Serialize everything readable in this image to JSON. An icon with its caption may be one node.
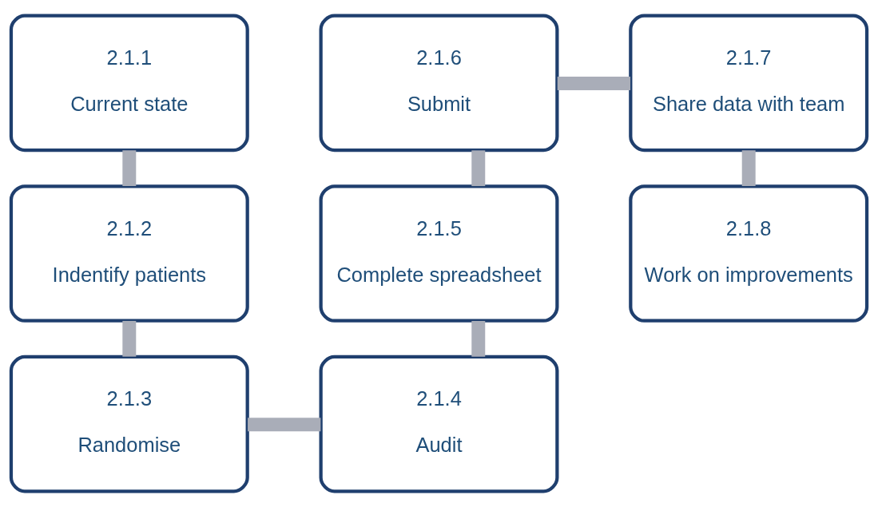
{
  "diagram": {
    "nodes": [
      {
        "text": [
          "2.1.1",
          "Current state"
        ]
      },
      {
        "text": [
          "2.1.2",
          "Indentify patients"
        ]
      },
      {
        "text": [
          "2.1.3",
          "Randomise"
        ]
      },
      {
        "text": [
          "2.1.4",
          "Audit"
        ]
      },
      {
        "text": [
          "2.1.5",
          "Complete spreadsheet"
        ]
      },
      {
        "text": [
          "2.1.6",
          "Submit"
        ]
      },
      {
        "text": [
          "2.1.7",
          "Share data with team"
        ]
      },
      {
        "text": [
          "2.1.8",
          "Work on improvements"
        ]
      }
    ],
    "edges": [
      {
        "from": 0,
        "to": 1,
        "arrow": "none"
      },
      {
        "from": 1,
        "to": 2,
        "arrow": "none"
      },
      {
        "from": 2,
        "to": 3,
        "arrow": "none"
      },
      {
        "from": 3,
        "to": 4,
        "arrow": "none"
      },
      {
        "from": 4,
        "to": 5,
        "arrow": "none"
      },
      {
        "from": 5,
        "to": 6,
        "arrow": "none"
      },
      {
        "from": 6,
        "to": 7,
        "arrow": "none"
      }
    ]
  }
}
